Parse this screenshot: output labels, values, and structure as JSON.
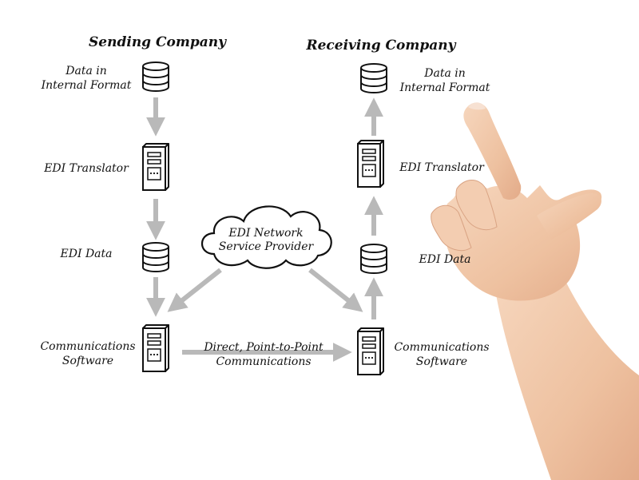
{
  "sending": {
    "heading": "Sending Company",
    "data_internal": [
      "Data in",
      "Internal Format"
    ],
    "translator": "EDI Translator",
    "edi_data": "EDI Data",
    "comm_software": [
      "Communications",
      "Software"
    ]
  },
  "receiving": {
    "heading": "Receiving Company",
    "data_internal": [
      "Data in",
      "Internal Format"
    ],
    "translator": "EDI Translator",
    "edi_data": "EDI Data",
    "comm_software": [
      "Communications",
      "Software"
    ]
  },
  "network": {
    "label": [
      "EDI Network",
      "Service Provider"
    ]
  },
  "direct_link": {
    "label": [
      "Direct, Point-to-Point",
      "Communications"
    ]
  },
  "colors": {
    "arrow": "#b9b9b9",
    "line": "#111111",
    "background": "#ffffff",
    "skin": "#f0c4a3"
  },
  "icons": {
    "database": "database-icon",
    "server": "server-tower-icon",
    "cloud": "cloud-icon",
    "hand": "pointing-hand-image"
  }
}
